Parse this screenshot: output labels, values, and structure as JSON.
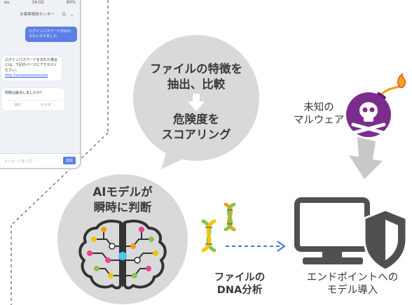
{
  "phone": {
    "time": "16:02",
    "carrier": "au",
    "battery": "80%",
    "header_title": "お客様相談センター",
    "bubble_user": "ログインパスワードがわからなくなりました。",
    "bubble_reply": "ログインパスワードを忘れた場合には、下記のページにアクセスください。",
    "reply_link": "http://xxxxxxxxxxxx/xxx",
    "question": "問題は解決しましたか?",
    "yes": "はい",
    "no": "いいえ",
    "input_placeholder": "メッセージを入力",
    "send": "送信"
  },
  "top_bubble": {
    "line1": "ファイルの特徴を",
    "line2": "抽出、比較",
    "line3": "危険度を",
    "line4": "スコアリング"
  },
  "ai_bubble": {
    "line1": "AIモデルが",
    "line2": "瞬時に判断"
  },
  "malware": {
    "line1": "未知の",
    "line2": "マルウェア"
  },
  "dna": {
    "line1": "ファイルの",
    "line2": "DNA分析"
  },
  "endpoint": {
    "line1": "エンドポイントへの",
    "line2": "モデル導入"
  },
  "colors": {
    "bubble_gray": "#d9d9d9",
    "bomb_purple": "#7b2d8e",
    "dark_gray": "#505050",
    "arrow_gray": "#c8c8c8",
    "dna_green": "#8bc34a",
    "dna_orange": "#f39c12",
    "dashed_blue": "#3a7bd5"
  }
}
